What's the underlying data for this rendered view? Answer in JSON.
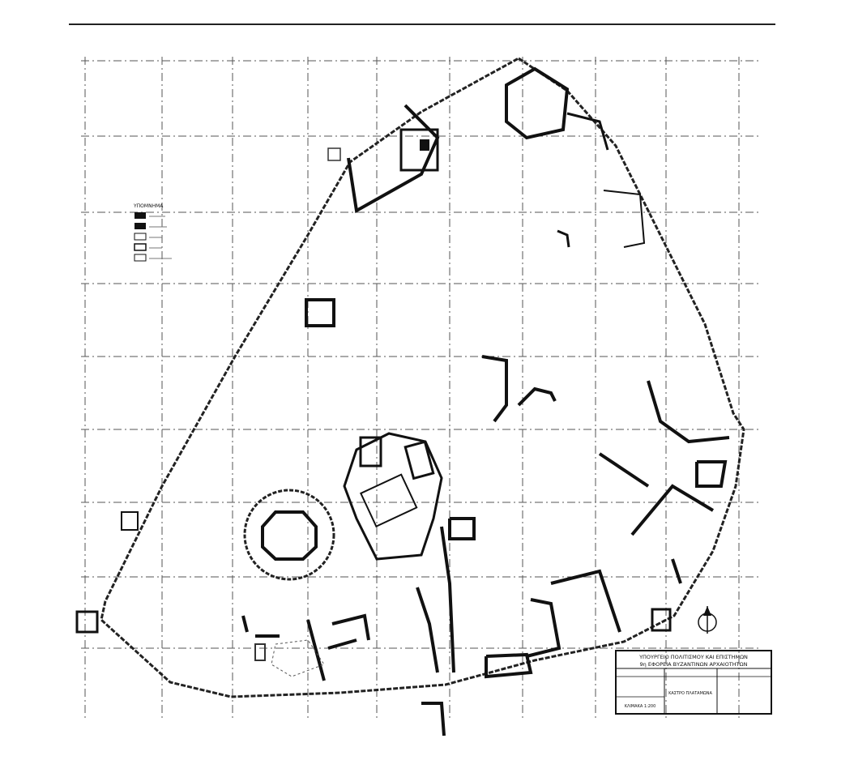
{
  "title_block": {
    "ministry": "ΥΠΟΥΡΓΕΙΟ ΠΟΛΙΤΙΣΜΟΥ ΚΑΙ ΕΠΙΣΤΗΜΩΝ",
    "ephorate": "9η ΕΦΟΡΕΙΑ ΒΥΖΑΝΤΙΝΩΝ ΑΡΧΑΙΟΤΗΤΩΝ",
    "site": "ΚΑΣΤΡΟ ΠΛΑΤΑΜΩΝΑ",
    "scale": "ΚΛΙΜΑΚΑ 1:200"
  },
  "legend": {
    "title": "ΥΠΟΜΝΗΜΑ",
    "items": [
      "",
      "",
      "",
      "",
      ""
    ]
  },
  "north_arrow": "north-arrow"
}
